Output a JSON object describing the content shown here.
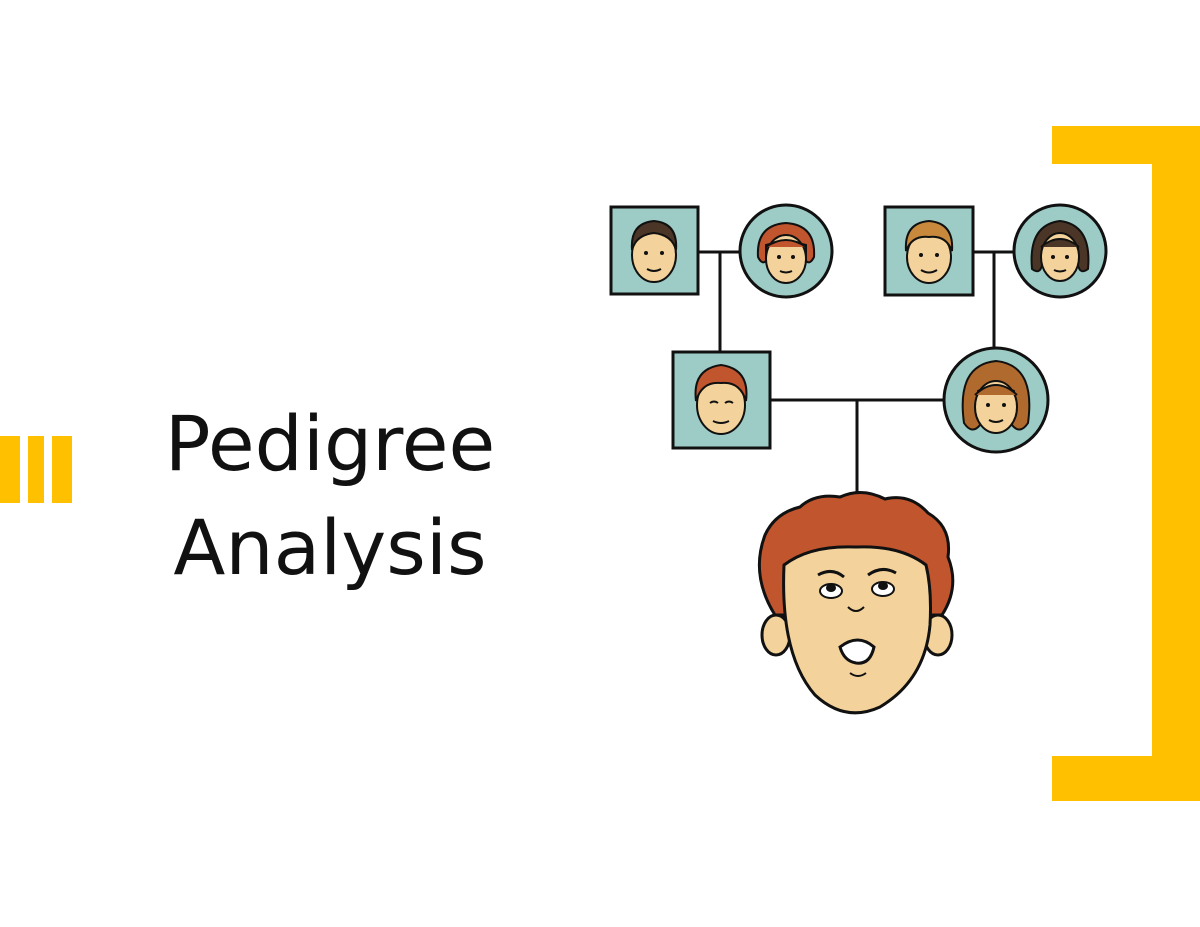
{
  "slide": {
    "title_line1": "Pedigree",
    "title_line2": "Analysis"
  },
  "colors": {
    "accent": "#FFC000",
    "symbol_fill": "#9DCBC5",
    "line": "#111111",
    "skin": "#F3D39B",
    "hair_red": "#C0552E",
    "hair_dark": "#4A3526",
    "hair_blond": "#C9893D",
    "hair_auburn": "#B06A2E"
  },
  "pedigree": {
    "generations": 3,
    "members": [
      {
        "id": "paternal-grandfather",
        "sex": "male",
        "hair": "dark-gray"
      },
      {
        "id": "paternal-grandmother",
        "sex": "female",
        "hair": "red"
      },
      {
        "id": "maternal-grandfather",
        "sex": "male",
        "hair": "blond"
      },
      {
        "id": "maternal-grandmother",
        "sex": "female",
        "hair": "dark-brown"
      },
      {
        "id": "father",
        "sex": "male",
        "hair": "red"
      },
      {
        "id": "mother",
        "sex": "female",
        "hair": "auburn"
      },
      {
        "id": "child",
        "sex": "unknown",
        "hair": "red",
        "expression": "confused"
      }
    ]
  }
}
